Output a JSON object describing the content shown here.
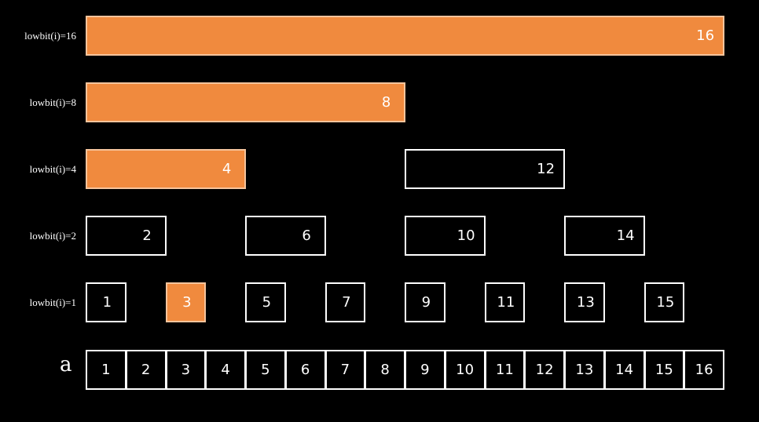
{
  "colors": {
    "background": "#000000",
    "stroke": "#ffffff",
    "highlight_fill": "#f08a3e",
    "highlight_border": "#f6c49c"
  },
  "array_label": "a",
  "array_cells": [
    "1",
    "2",
    "3",
    "4",
    "5",
    "6",
    "7",
    "8",
    "9",
    "10",
    "11",
    "12",
    "13",
    "14",
    "15",
    "16"
  ],
  "rows": [
    {
      "label": "lowbit(i)=16",
      "nodes": [
        {
          "index": "16",
          "highlighted": true
        }
      ]
    },
    {
      "label": "lowbit(i)=8",
      "nodes": [
        {
          "index": "8",
          "highlighted": true
        }
      ]
    },
    {
      "label": "lowbit(i)=4",
      "nodes": [
        {
          "index": "4",
          "highlighted": true
        },
        {
          "index": "12",
          "highlighted": false
        }
      ]
    },
    {
      "label": "lowbit(i)=2",
      "nodes": [
        {
          "index": "2",
          "highlighted": false
        },
        {
          "index": "6",
          "highlighted": false
        },
        {
          "index": "10",
          "highlighted": false
        },
        {
          "index": "14",
          "highlighted": false
        }
      ]
    },
    {
      "label": "lowbit(i)=1",
      "nodes": [
        {
          "index": "1",
          "highlighted": false
        },
        {
          "index": "3",
          "highlighted": true
        },
        {
          "index": "5",
          "highlighted": false
        },
        {
          "index": "7",
          "highlighted": false
        },
        {
          "index": "9",
          "highlighted": false
        },
        {
          "index": "11",
          "highlighted": false
        },
        {
          "index": "13",
          "highlighted": false
        },
        {
          "index": "15",
          "highlighted": false
        }
      ]
    }
  ]
}
